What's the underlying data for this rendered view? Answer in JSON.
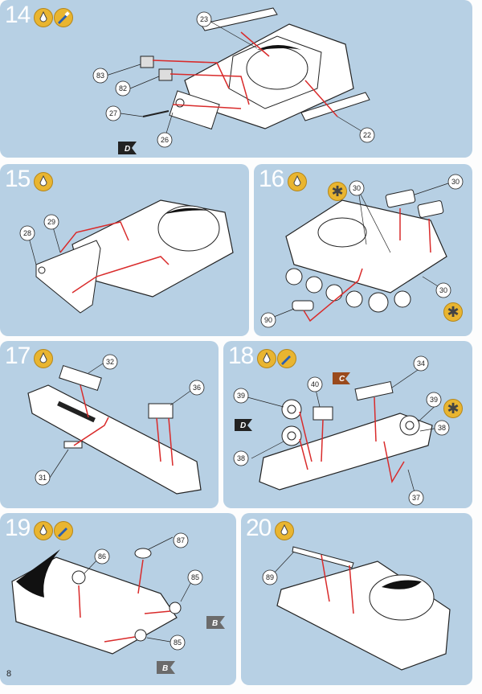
{
  "page": {
    "number": "8"
  },
  "steps": [
    {
      "number": "14",
      "labels": [
        "23",
        "83",
        "82",
        "27",
        "26",
        "22"
      ],
      "flag": "D"
    },
    {
      "number": "15",
      "labels": [
        "29",
        "28"
      ]
    },
    {
      "number": "16",
      "labels": [
        "30",
        "30",
        "30",
        "90"
      ]
    },
    {
      "number": "17",
      "labels": [
        "32",
        "36",
        "31"
      ]
    },
    {
      "number": "18",
      "labels": [
        "34",
        "40",
        "39",
        "39",
        "38",
        "38",
        "37"
      ],
      "flags": [
        "C",
        "D"
      ]
    },
    {
      "number": "19",
      "labels": [
        "87",
        "86",
        "85",
        "85"
      ],
      "flags": [
        "B",
        "B"
      ]
    },
    {
      "number": "20",
      "labels": [
        "89"
      ]
    }
  ],
  "colors": {
    "panel": "#b7d0e4",
    "arrow": "#d92b2b",
    "icon": "#e9b530",
    "flag_dark": "#222222",
    "flag_brown": "#9a4a1c",
    "flag_gray": "#6b6b6b"
  },
  "icons": [
    "glue-icon",
    "paint-brush-icon",
    "asterisk-icon"
  ]
}
